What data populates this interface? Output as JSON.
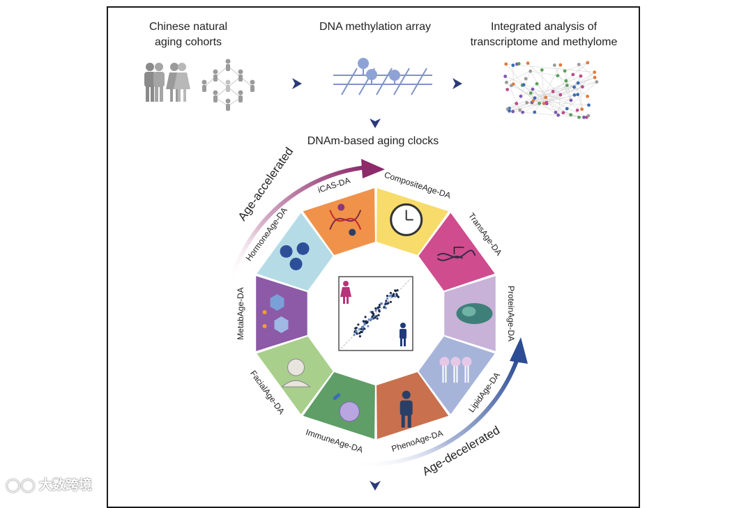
{
  "workflow": {
    "steps": [
      {
        "label": "Chinese natural\naging cohorts"
      },
      {
        "label": "DNA methylation array"
      },
      {
        "label": "Integrated analysis of\ntranscriptome and methylome"
      }
    ],
    "clocks_title": "DNAm-based aging clocks"
  },
  "wheel": {
    "segments": [
      {
        "label": "iCAS-DA",
        "color": "#f0924a"
      },
      {
        "label": "CompositeAge-DA",
        "color": "#f7dc6b"
      },
      {
        "label": "TransAge-DA",
        "color": "#cf4c8e"
      },
      {
        "label": "ProteinAge-DA",
        "color": "#c8b2d8"
      },
      {
        "label": "LipidAge-DA",
        "color": "#a6b4da"
      },
      {
        "label": "PhenoAge-DA",
        "color": "#c9704e"
      },
      {
        "label": "ImmuneAge-DA",
        "color": "#5f9e67"
      },
      {
        "label": "FacialAge-DA",
        "color": "#a9cf8c"
      },
      {
        "label": "MetabAge-DA",
        "color": "#8c5aa6"
      },
      {
        "label": "HormoneAge-DA",
        "color": "#b5dce6"
      }
    ],
    "accelerated_label": "Age-accelerated",
    "decelerated_label": "Age-decelerated",
    "accelerated_color": "#8c2a6a",
    "decelerated_color": "#2c4c94"
  },
  "watermark": {
    "text": "大数跨境"
  }
}
